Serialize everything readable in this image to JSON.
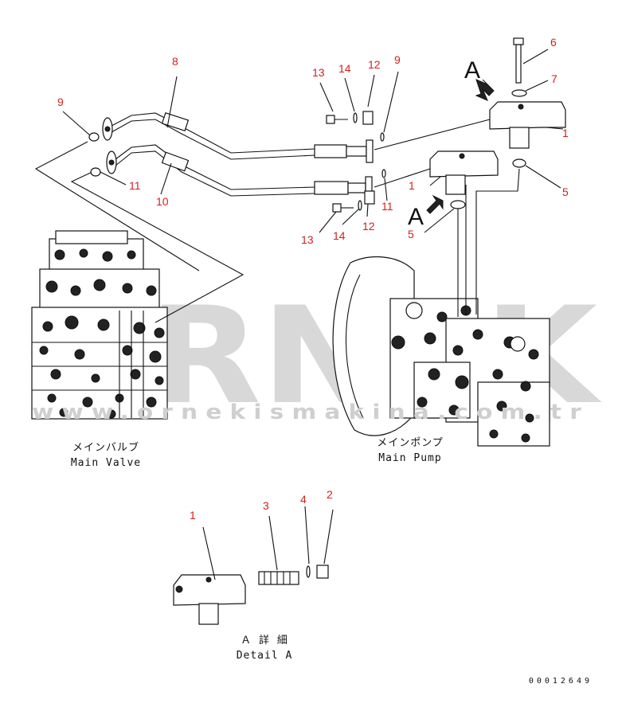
{
  "watermark": {
    "logo_text": "ORNEK",
    "url": "www.ornekismakina.com.tr"
  },
  "callouts": {
    "n1a": "1",
    "n1b": "1",
    "n1c": "1",
    "n2": "2",
    "n3": "3",
    "n4": "4",
    "n5a": "5",
    "n5b": "5",
    "n6": "6",
    "n7": "7",
    "n8": "8",
    "n9a": "9",
    "n9b": "9",
    "n10": "10",
    "n11a": "11",
    "n11b": "11",
    "n12a": "12",
    "n12b": "12",
    "n13a": "13",
    "n13b": "13",
    "n14a": "14",
    "n14b": "14"
  },
  "view_marks": {
    "a_top": "A",
    "a_mid": "A"
  },
  "captions": {
    "main_valve_jp": "メインバルブ",
    "main_valve_en": "Main Valve",
    "main_pump_jp": "メインポンプ",
    "main_pump_en": "Main Pump",
    "detail_jp": "Ａ 詳 細",
    "detail_en": "Detail A"
  },
  "drawing_number": "00012649"
}
